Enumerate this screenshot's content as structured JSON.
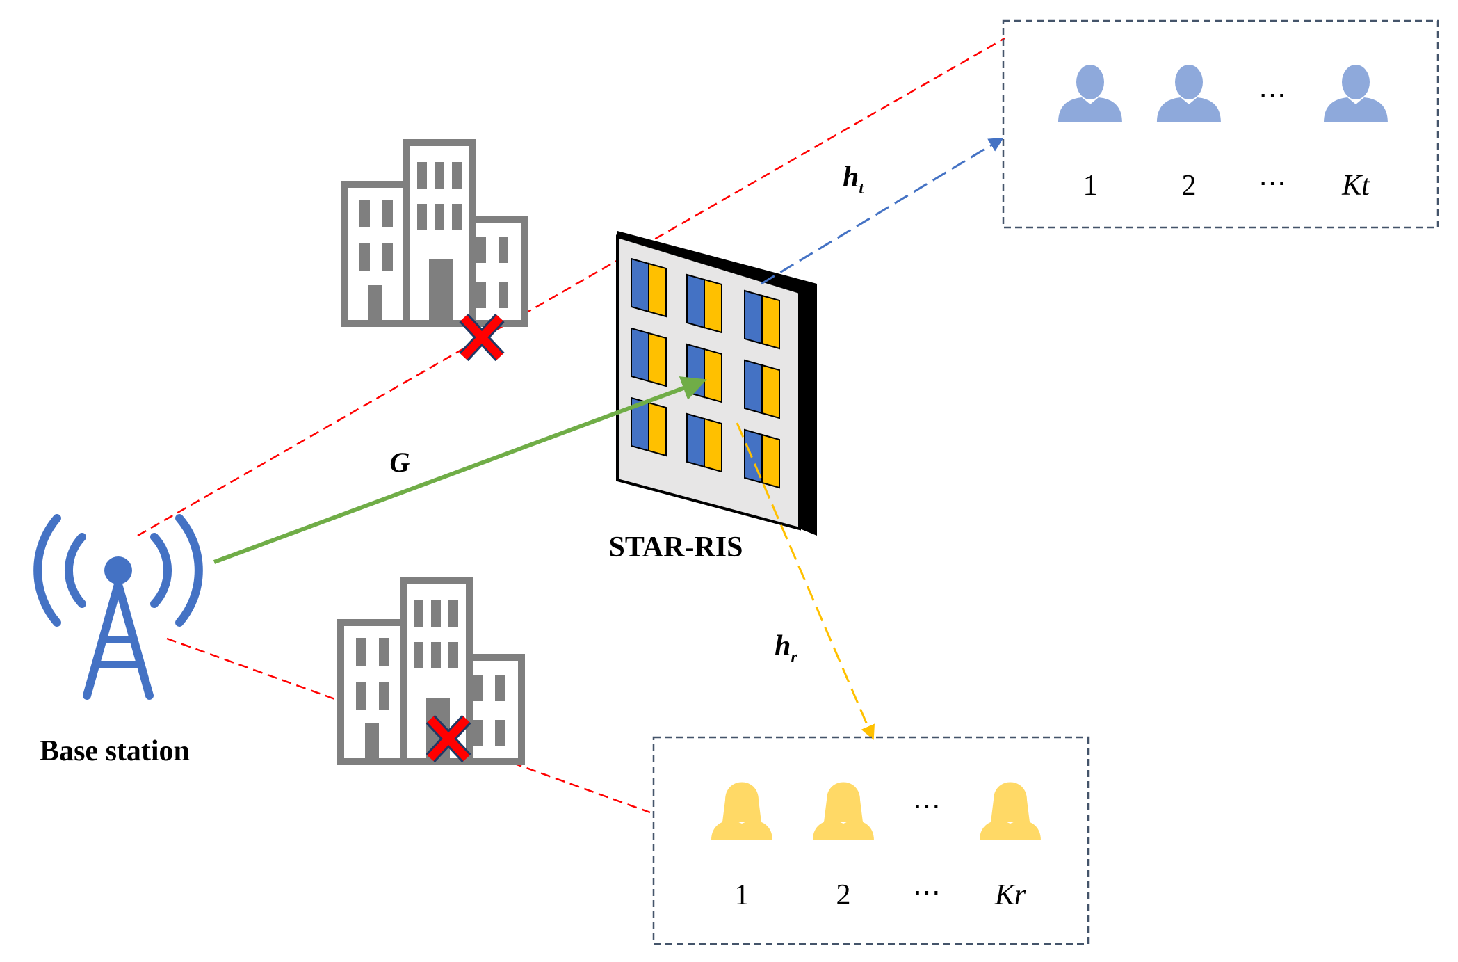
{
  "base_station": {
    "label": "Base station"
  },
  "star_ris": {
    "label": "STAR-RIS"
  },
  "channels": {
    "g": "G",
    "ht_base": "h",
    "ht_sub": "t",
    "hr_base": "h",
    "hr_sub": "r"
  },
  "transmit_users": {
    "numbers": [
      "1",
      "2",
      "⋯",
      "Kt"
    ]
  },
  "reflect_users": {
    "numbers": [
      "1",
      "2",
      "⋯",
      "Kr"
    ]
  },
  "ellipsis": "⋯",
  "colors": {
    "tower_blue": "#4472C4",
    "user_blue": "#8EA9DB",
    "user_yellow": "#FFD966",
    "link_green": "#70AD47",
    "link_red": "#FF0000",
    "link_blue": "#4472C4",
    "link_yellow": "#FFC000",
    "building_gray": "#7F7F7F",
    "ris_blue": "#4472C4",
    "ris_yellow": "#FFC000",
    "box_border": "#44546A"
  }
}
